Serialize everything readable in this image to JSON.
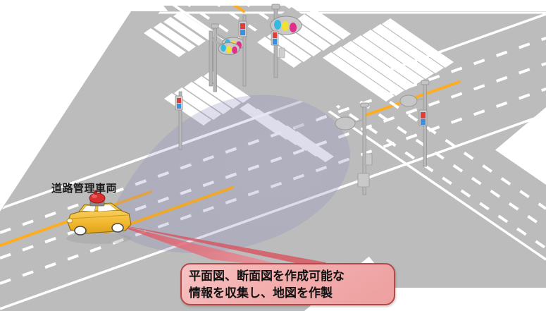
{
  "figure": {
    "title_alt": "道路管理車両による平面図・断面図作成の概念図",
    "background_color": "#ffffff",
    "projection": "isometric"
  },
  "labels": {
    "vehicle_label": "道路管理車両"
  },
  "callout": {
    "lines": [
      "平面図、断面図を作成可能な",
      "情報を収集し、地図を作製"
    ],
    "fill_color": "#f3adad",
    "border_color": "#b34a4a",
    "text_color": "#121212"
  },
  "colors": {
    "road_surface": "#bcbcbc",
    "road_surface_shadowed": "#b2b2c2",
    "lane_marking": "#ffffff",
    "center_line": "#ffad1f",
    "scan_cone": "#8a8ab8",
    "pointer_beam": "#e8808a",
    "vehicle_body": "#f2b830",
    "vehicle_roof_sensor": "#cc2222",
    "signal_green": "#34b9e0",
    "signal_yellow": "#f2e033",
    "signal_red": "#e0308c",
    "pole": "#b5b5b5",
    "pole_dark": "#8f8f8f"
  },
  "scene_objects": [
    {
      "name": "horizontal-road",
      "type": "road",
      "lanes": 4,
      "has_center_line": true
    },
    {
      "name": "vertical-road",
      "type": "road",
      "lanes": 4,
      "has_center_line": true
    },
    {
      "name": "intersection",
      "type": "junction"
    },
    {
      "name": "crosswalk-north",
      "type": "crosswalk"
    },
    {
      "name": "crosswalk-south",
      "type": "crosswalk"
    },
    {
      "name": "crosswalk-east",
      "type": "crosswalk"
    },
    {
      "name": "crosswalk-west",
      "type": "crosswalk"
    },
    {
      "name": "road-management-vehicle",
      "type": "vehicle",
      "color": "#f2b830"
    },
    {
      "name": "roof-sensor",
      "type": "lidar-sensor",
      "color": "#cc2222"
    },
    {
      "name": "scan-cone",
      "type": "sensor-field"
    },
    {
      "name": "pointer-beam",
      "type": "callout-pointer"
    }
  ],
  "traffic_signals": [
    {
      "name": "signal-gantry-north",
      "orientation": "horizontal",
      "lamps": [
        "green",
        "yellow",
        "red"
      ]
    },
    {
      "name": "signal-gantry-west",
      "orientation": "horizontal",
      "lamps": [
        "green",
        "yellow",
        "red"
      ]
    },
    {
      "name": "pedestrian-signal-north",
      "orientation": "vertical",
      "lamps": [
        "red",
        "green"
      ]
    },
    {
      "name": "pedestrian-signal-center",
      "orientation": "vertical",
      "lamps": [
        "red",
        "green"
      ]
    },
    {
      "name": "pedestrian-signal-west",
      "orientation": "vertical",
      "lamps": [
        "red",
        "green"
      ]
    },
    {
      "name": "pedestrian-signal-east",
      "orientation": "vertical",
      "lamps": [
        "red",
        "green"
      ]
    }
  ],
  "street_furniture": [
    {
      "name": "streetlight-center",
      "type": "streetlight"
    },
    {
      "name": "streetlight-east",
      "type": "streetlight"
    },
    {
      "name": "control-cabinet",
      "type": "cabinet"
    }
  ]
}
